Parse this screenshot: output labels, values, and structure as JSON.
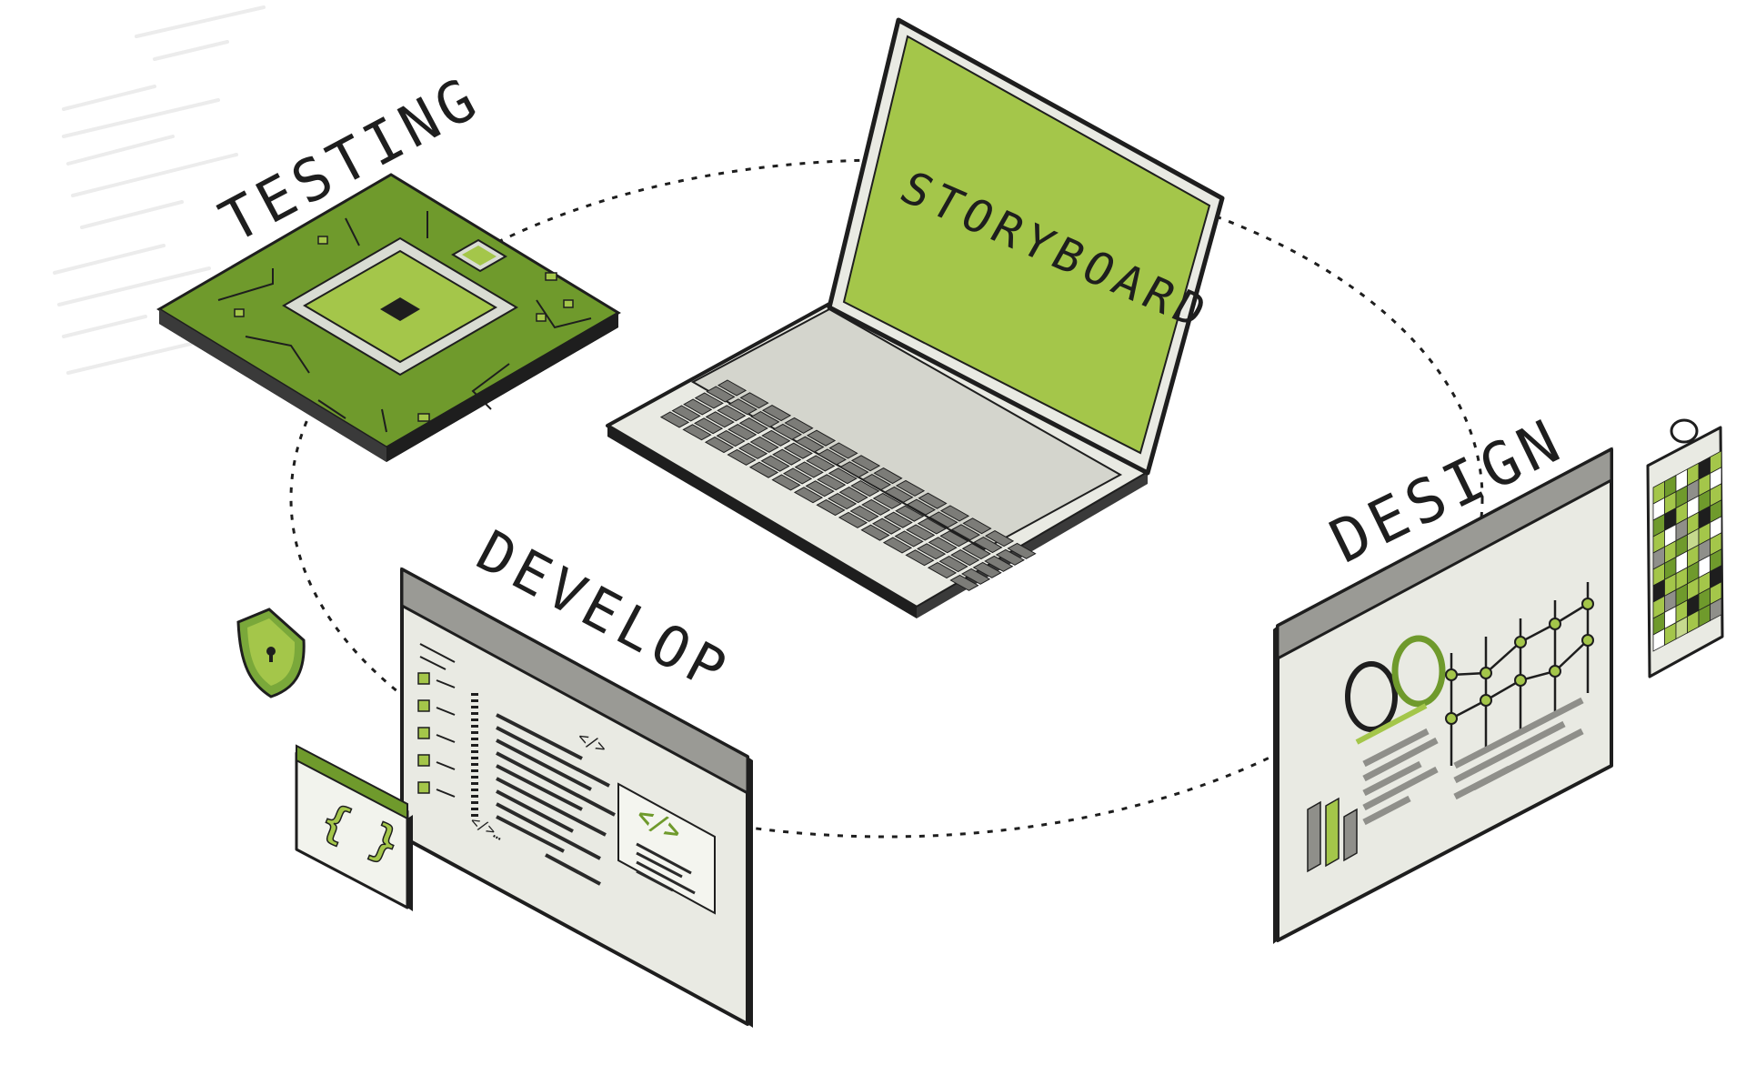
{
  "stages": [
    {
      "id": "storyboard",
      "label": "STORYBOARD",
      "icon": "laptop-icon"
    },
    {
      "id": "design",
      "label": "DESIGN",
      "icon": "design-dashboard-icon"
    },
    {
      "id": "develop",
      "label": "DEVELOP",
      "icon": "code-window-icon"
    },
    {
      "id": "testing",
      "label": "TESTING",
      "icon": "circuit-chip-icon"
    }
  ],
  "develop": {
    "code_tag": "</>",
    "code_tag_small": "</>…",
    "braces": "{ }"
  },
  "colors": {
    "accent_green": "#a4c64a",
    "dark_green": "#6f9a2c",
    "outline": "#1e1e1e",
    "panel": "#e9eae3",
    "key_gray": "#7c7c78",
    "bar_gray": "#8f8f8a"
  },
  "cycle": {
    "style": "dashed ellipse",
    "connects": [
      "storyboard",
      "design",
      "develop",
      "testing"
    ]
  }
}
